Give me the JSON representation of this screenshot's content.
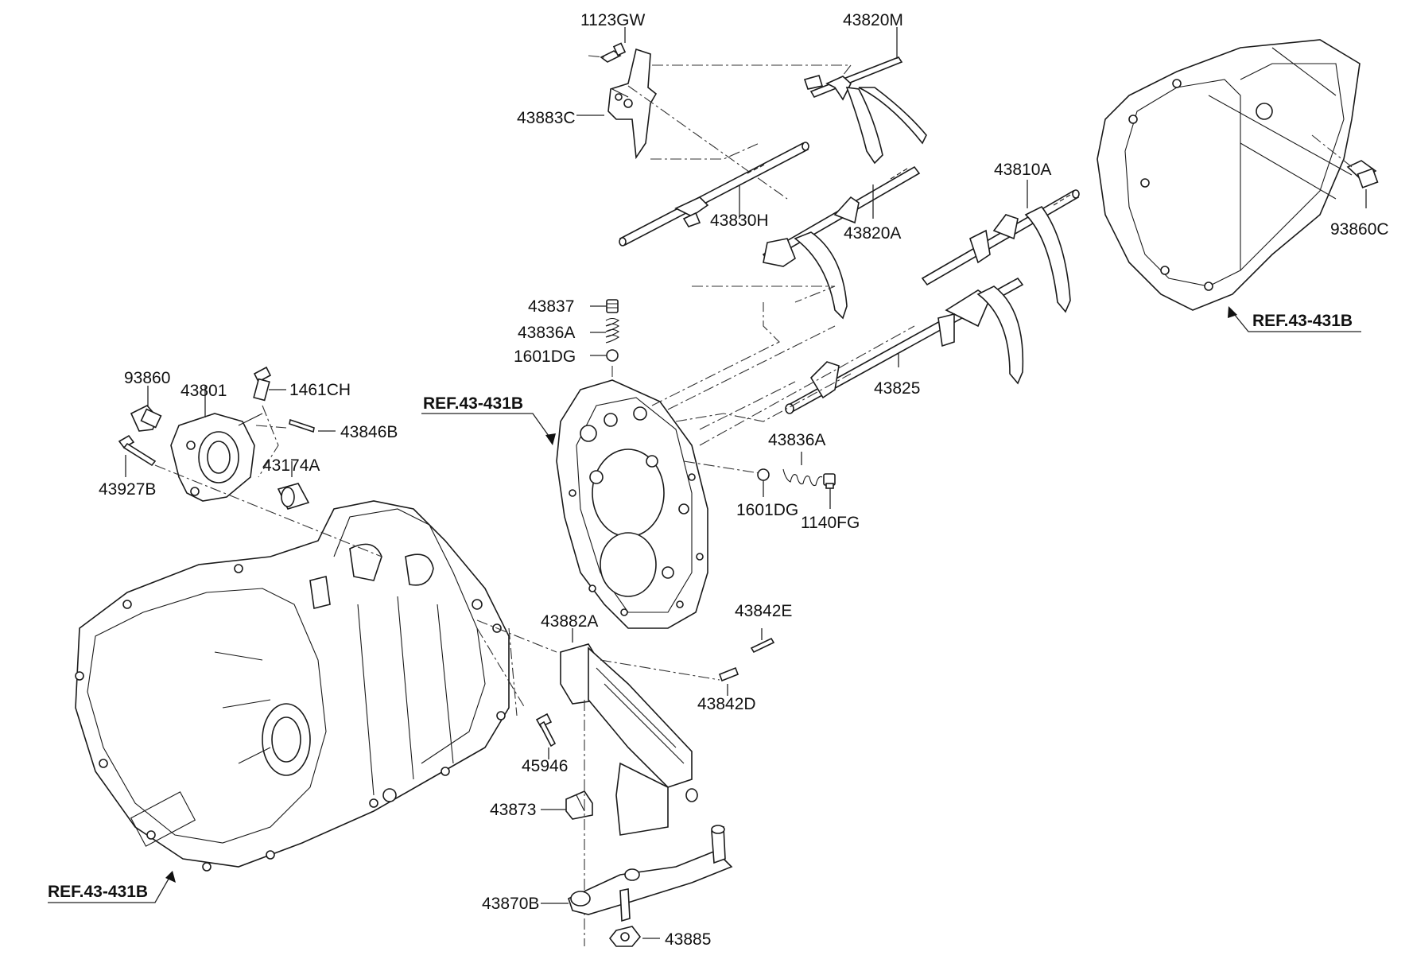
{
  "part_labels": {
    "p1123GW": "1123GW",
    "p43820M": "43820M",
    "p43883C": "43883C",
    "p43830H": "43830H",
    "p43820A": "43820A",
    "p43810A": "43810A",
    "p93860C": "93860C",
    "p43837": "43837",
    "p43836A_top": "43836A",
    "p1601DG_top": "1601DG",
    "p43825": "43825",
    "p93860": "93860",
    "p43801": "43801",
    "p1461CH": "1461CH",
    "p43846B": "43846B",
    "p43927B": "43927B",
    "p43174A": "43174A",
    "p43836A_right": "43836A",
    "p1601DG_right": "1601DG",
    "p1140FG": "1140FG",
    "p43842E": "43842E",
    "p43882A": "43882A",
    "p43842D": "43842D",
    "p45946": "45946",
    "p43873": "43873",
    "p43870B": "43870B",
    "p43885": "43885"
  },
  "references": {
    "ref_right": "REF.43-431B",
    "ref_middle": "REF.43-431B",
    "ref_bottom": "REF.43-431B"
  }
}
